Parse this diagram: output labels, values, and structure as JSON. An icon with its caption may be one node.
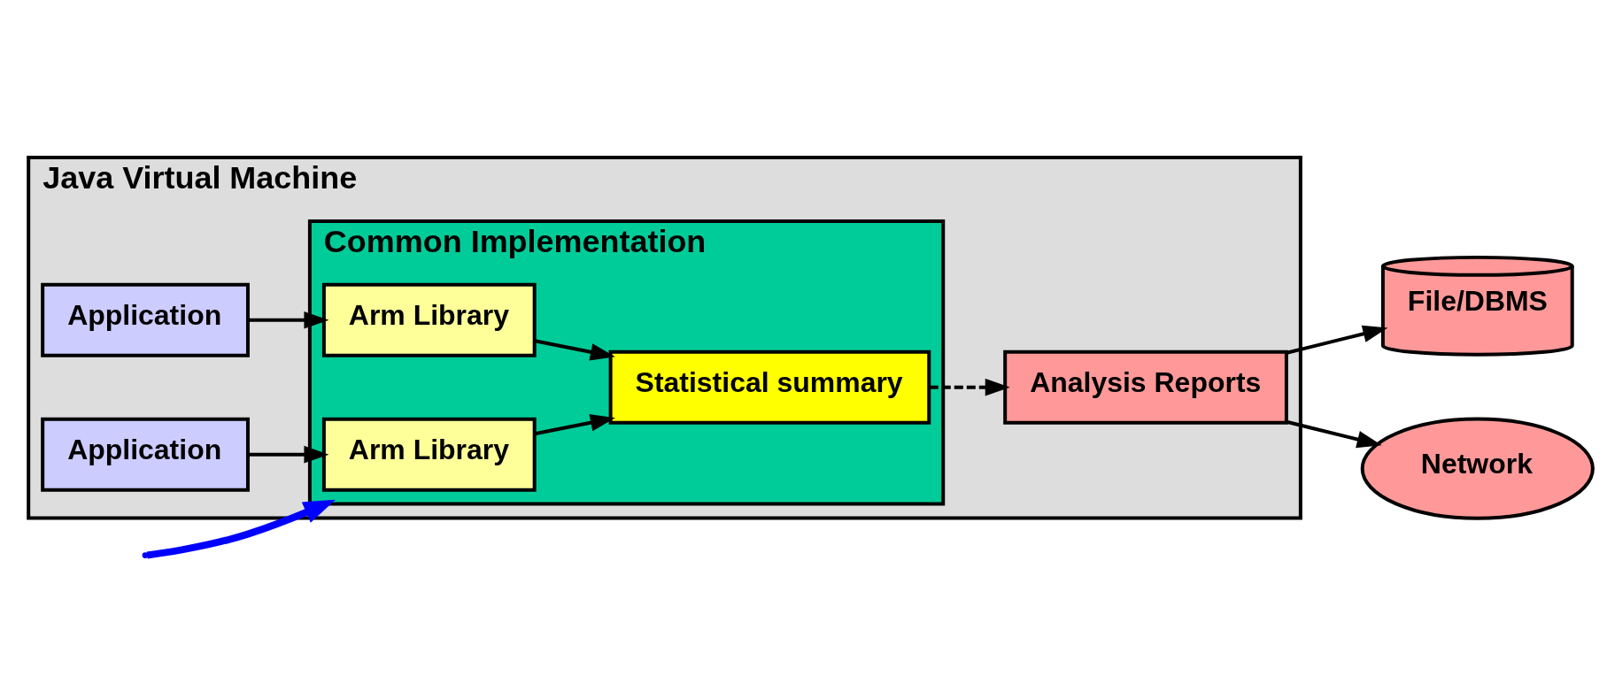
{
  "diagram": {
    "nodes": [
      {
        "text": [
          "Java Virtual Machine"
        ]
      },
      {
        "text": [
          "Application"
        ],
        "in": 0
      },
      {
        "text": [
          "Application"
        ],
        "in": 0
      },
      {
        "text": [
          "Common Implementation"
        ],
        "in": 0
      },
      {
        "text": [
          "Arm Library"
        ],
        "in": 3
      },
      {
        "text": [
          "Arm Library"
        ],
        "in": 3
      },
      {
        "text": [
          "Statistical summary"
        ],
        "in": 3
      },
      {
        "text": [
          "Analysis Reports"
        ],
        "in": 0
      },
      {
        "text": [
          "File/DBMS"
        ]
      },
      {
        "text": [
          "Network"
        ]
      }
    ],
    "edges": [
      {
        "from": 1,
        "to": 4,
        "arrow": "to"
      },
      {
        "from": 2,
        "to": 5,
        "arrow": "to"
      },
      {
        "from": 4,
        "to": 6,
        "arrow": "to"
      },
      {
        "from": 5,
        "to": 6,
        "arrow": "to"
      },
      {
        "from": 6,
        "to": 7,
        "arrow": "to",
        "style": "dashed"
      },
      {
        "from": 7,
        "to": 8,
        "arrow": "to"
      },
      {
        "from": 7,
        "to": 9,
        "arrow": "to"
      },
      {
        "from": null,
        "to": 3,
        "arrow": "to",
        "style": "thick",
        "color": "#0000ff"
      }
    ]
  }
}
